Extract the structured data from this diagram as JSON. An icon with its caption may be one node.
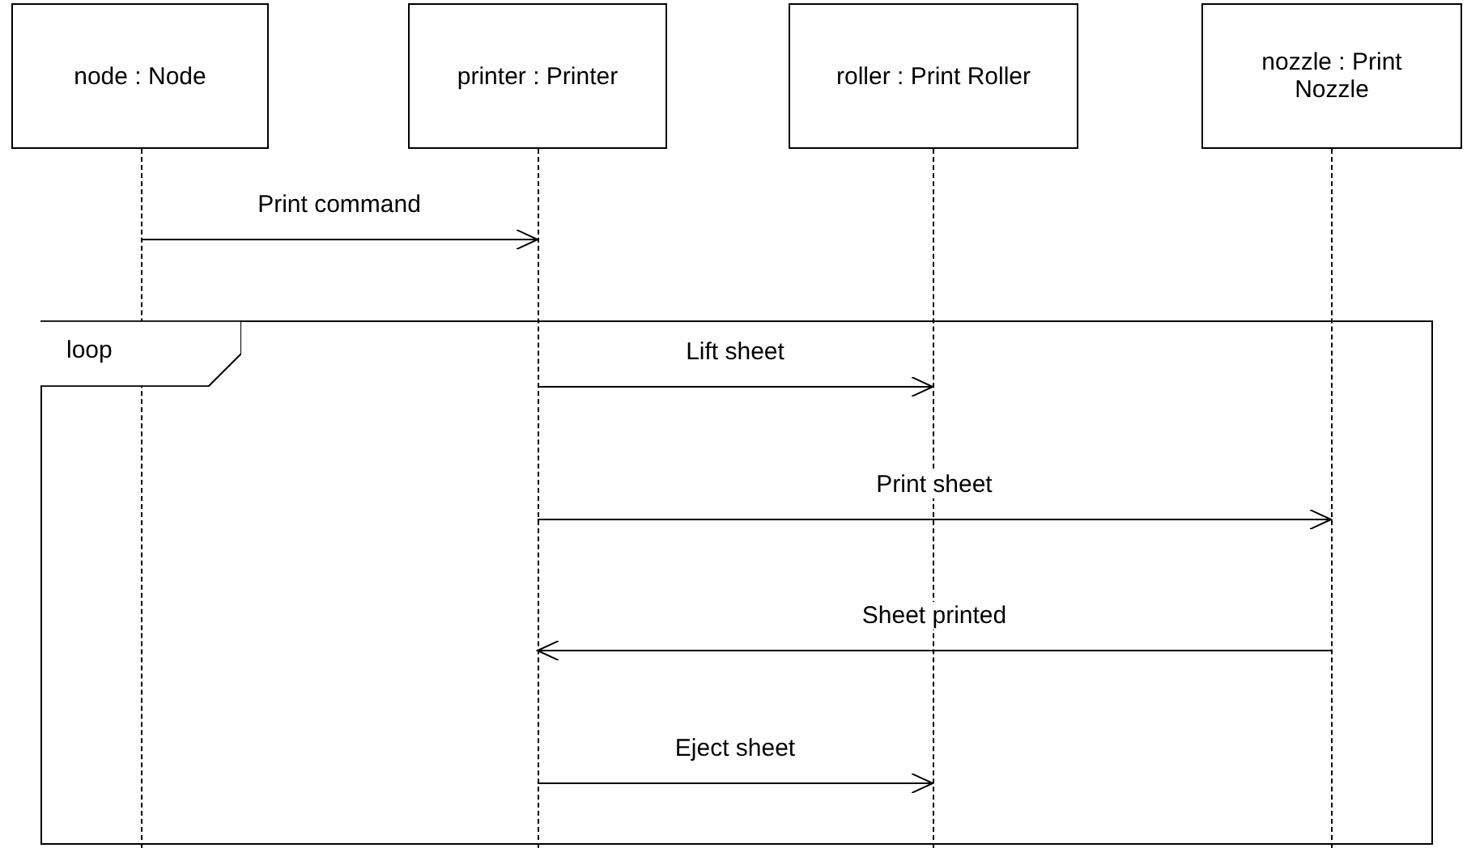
{
  "diagram": {
    "nodes": [
      {
        "text": [
          "node : Node"
        ]
      },
      {
        "text": [
          "printer : Printer"
        ]
      },
      {
        "text": [
          "roller : Print Roller"
        ]
      },
      {
        "text": [
          "nozzle : Print Nozzle"
        ]
      },
      {
        "text": [],
        "shape": "line"
      },
      {
        "text": [],
        "shape": "line"
      },
      {
        "text": [],
        "shape": "line"
      },
      {
        "text": [],
        "shape": "line"
      },
      {
        "text": [
          "loop"
        ]
      }
    ],
    "edges": [
      {
        "from": 4,
        "to": 5,
        "arrow": "to",
        "label": "Print command"
      },
      {
        "from": 5,
        "to": 6,
        "arrow": "to",
        "label": "Lift sheet"
      },
      {
        "from": 5,
        "to": 7,
        "arrow": "to",
        "label": "Print sheet"
      },
      {
        "from": 7,
        "to": 5,
        "arrow": "to",
        "label": "Sheet printed"
      },
      {
        "from": 5,
        "to": 6,
        "arrow": "to",
        "label": "Eject sheet"
      }
    ]
  }
}
